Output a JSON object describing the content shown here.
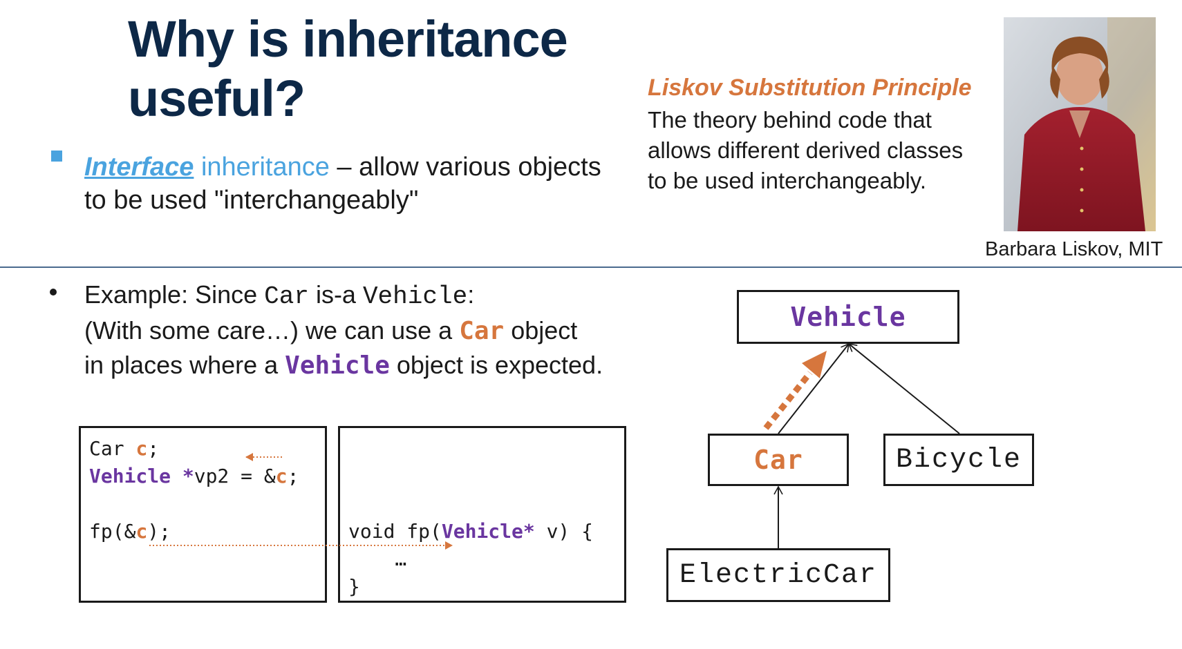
{
  "title": {
    "line1": "Why is inheritance",
    "line2": "useful?"
  },
  "bullet1": {
    "keyword": "Interface",
    "keyword_rest": " inheritance",
    "text": " – allow various objects to be used \"interchangeably\""
  },
  "lsp": {
    "title": "Liskov Substitution Principle",
    "line1": "The theory behind code that",
    "line2": "allows different derived classes",
    "line3": "to be used interchangeably."
  },
  "photo": {
    "caption": "Barbara Liskov, MIT"
  },
  "example": {
    "l1_a": "Example: Since ",
    "l1_car": "Car",
    "l1_b": " is-a ",
    "l1_vehicle": "Vehicle",
    "l1_c": ":",
    "l2_a": "(With some care…) we can use a ",
    "l2_car": "Car",
    "l2_b": " object",
    "l3_a": "in places where a ",
    "l3_vehicle": "Vehicle",
    "l3_b": " object is expected."
  },
  "code1": {
    "l1_type": "Car ",
    "l1_var": "c",
    "l1_end": ";",
    "l2_type": "Vehicle *",
    "l2_mid": "vp2 = &",
    "l2_var": "c",
    "l2_end": ";",
    "l3_a": "fp(&",
    "l3_var": "c",
    "l3_end": ");"
  },
  "code2": {
    "l1_a": "void fp(",
    "l1_type": "Vehicle*",
    "l1_b": " v) {",
    "l2": "    …",
    "l3": "}"
  },
  "uml": {
    "vehicle": "Vehicle",
    "car": "Car",
    "bicycle": "Bicycle",
    "electric_car": "ElectricCar"
  },
  "colors": {
    "title": "#0d2847",
    "accent_blue": "#4aa3df",
    "orange": "#d6763d",
    "purple": "#6a36a0",
    "rule": "#4a6a8e"
  }
}
